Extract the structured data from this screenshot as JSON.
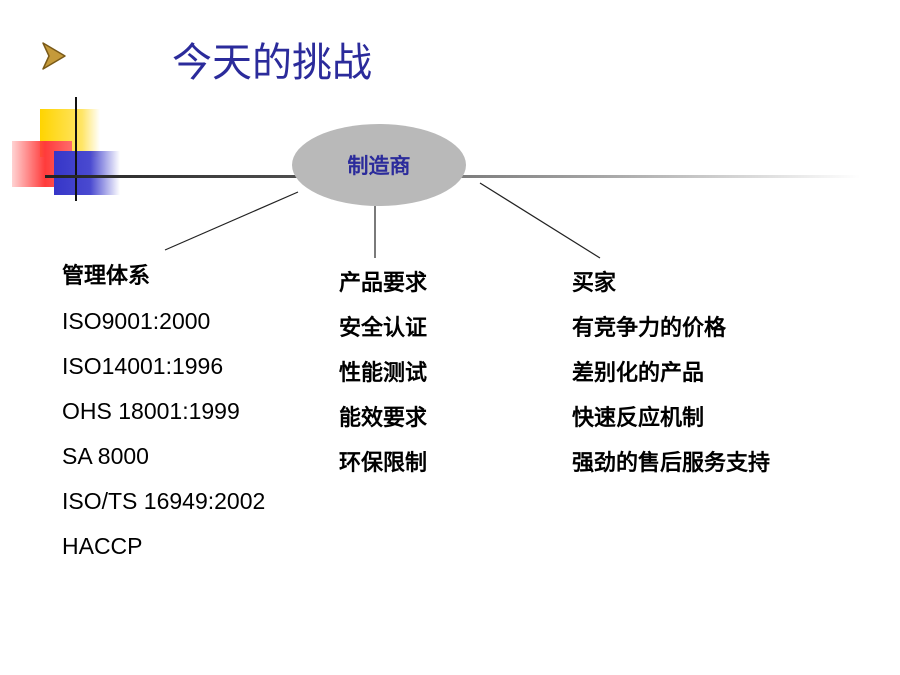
{
  "title": "今天的挑战",
  "hub": {
    "label": "制造商"
  },
  "management": {
    "heading": "管理体系",
    "items": [
      "ISO9001:2000",
      "ISO14001:1996",
      "OHS 18001:1999",
      "SA 8000",
      "ISO/TS 16949:2002",
      "HACCP"
    ]
  },
  "product": {
    "items": [
      "产品要求",
      "安全认证",
      "性能测试",
      "能效要求",
      "环保限制"
    ]
  },
  "buyer": {
    "items": [
      "买家",
      "有竞争力的价格",
      "差别化的产品",
      "快速反应机制",
      "强劲的售后服务支持"
    ]
  },
  "colors": {
    "title": "#2b2b9b",
    "hub_fill": "#b9b9b9",
    "hub_text": "#2b2b9b",
    "bullet": "#c59a3a"
  }
}
